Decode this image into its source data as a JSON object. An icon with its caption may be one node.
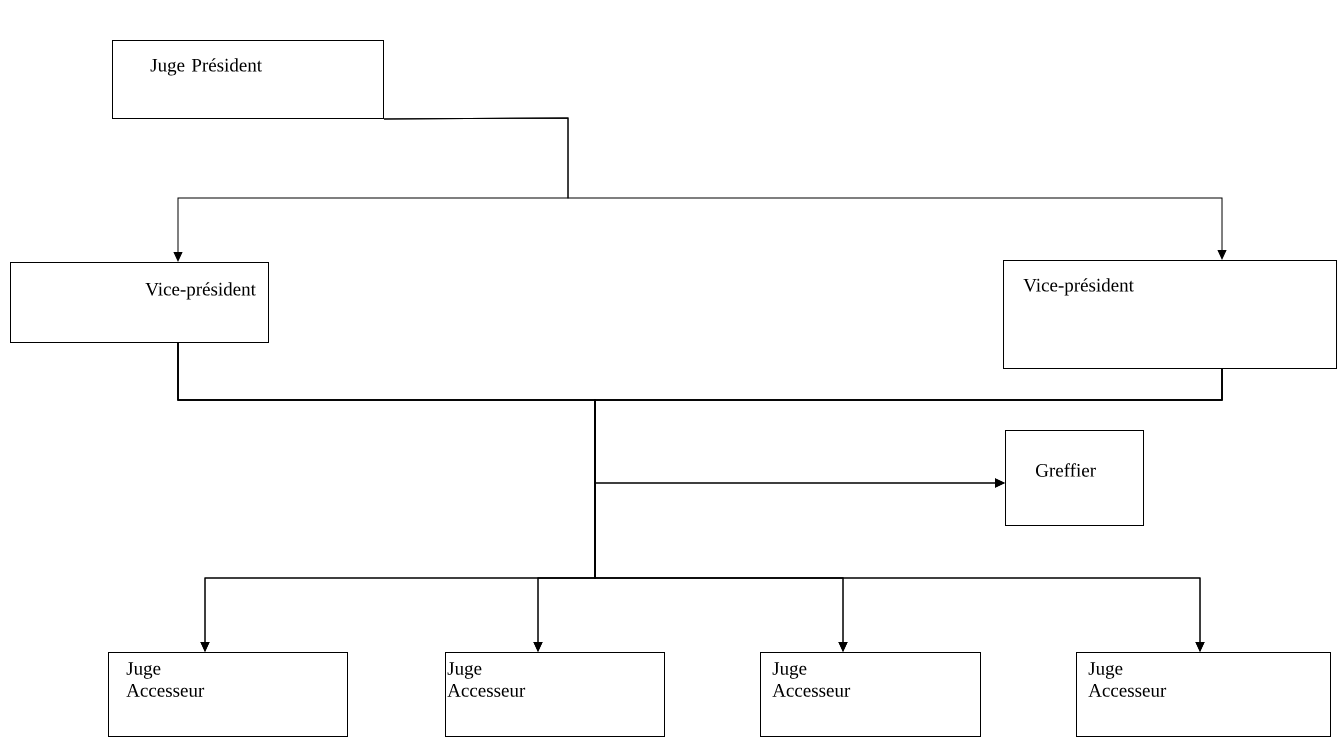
{
  "diagram": {
    "nodes": [
      {
        "text": [
          "Juge Président"
        ]
      },
      {
        "text": [
          "Vice-président"
        ]
      },
      {
        "text": [
          "Vice-président"
        ]
      },
      {
        "text": [
          "Greffier"
        ]
      },
      {
        "text": [
          "Juge Accesseur"
        ]
      },
      {
        "text": [
          "Juge Accesseur"
        ]
      },
      {
        "text": [
          "Juge Accesseur"
        ]
      },
      {
        "text": [
          "Juge Accesseur"
        ]
      }
    ],
    "edges": [
      {
        "from": 0,
        "to": 1,
        "arrow": "to"
      },
      {
        "from": 0,
        "to": 2,
        "arrow": "to"
      },
      {
        "from": 1,
        "to": 3,
        "arrow": "to"
      },
      {
        "from": 1,
        "to": 4,
        "arrow": "to"
      },
      {
        "from": 1,
        "to": 5,
        "arrow": "to"
      },
      {
        "from": 1,
        "to": 6,
        "arrow": "to"
      },
      {
        "from": 1,
        "to": 7,
        "arrow": "to"
      },
      {
        "from": 2,
        "to": 3,
        "arrow": "to"
      },
      {
        "from": 2,
        "to": 4,
        "arrow": "to"
      },
      {
        "from": 2,
        "to": 5,
        "arrow": "to"
      },
      {
        "from": 2,
        "to": 6,
        "arrow": "to"
      },
      {
        "from": 2,
        "to": 7,
        "arrow": "to"
      }
    ]
  }
}
